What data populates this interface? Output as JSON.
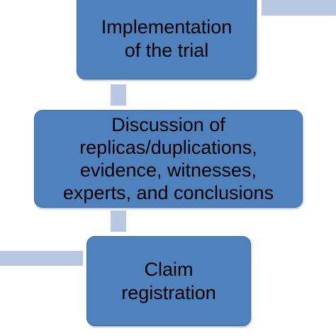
{
  "diagram": {
    "steps": [
      {
        "label": "Implementation\nof the trial"
      },
      {
        "label": "Discussion of\nreplicas/duplications,\nevidence, witnesses,\nexperts, and conclusions"
      },
      {
        "label": "Claim\nregistration"
      }
    ]
  },
  "colors": {
    "box_fill": "#4f81bd",
    "box_border": "#3a6aa5",
    "connector": "#b8c8e2",
    "text": "#000000"
  }
}
